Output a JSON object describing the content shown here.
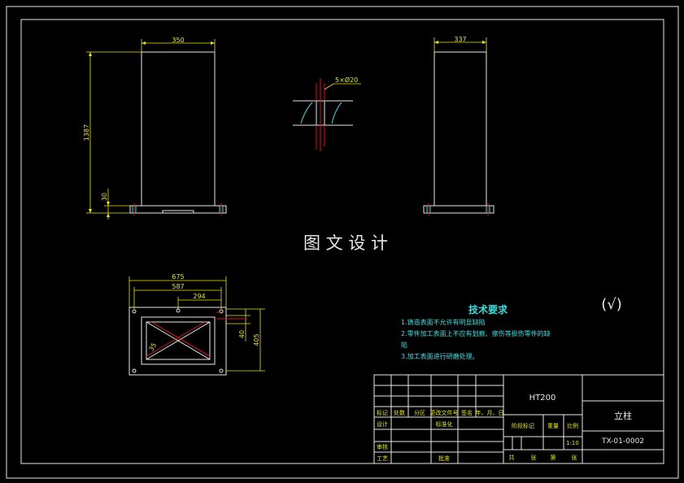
{
  "dims": {
    "front_width": "350",
    "height": "1387",
    "base_height": "30",
    "side_width": "337",
    "hole_spec": "5×Ø20",
    "top_outer": "675",
    "top_inner": "587",
    "top_offset": "294",
    "right_small": "40",
    "right_total": "405",
    "diag": "35"
  },
  "watermark": "图 文 设 计",
  "tech": {
    "title": "技术要求",
    "lines": [
      "1.铸造表面不允许有明显缺陷",
      "2.零件加工表面上不应有划痕、擦伤等损伤零件的缺",
      "陷",
      "3.加工表面进行研磨处理。"
    ]
  },
  "roughness": "(√)",
  "title_block": {
    "material": "HT200",
    "part_name": "立柱",
    "drawing_no": "TX-01-0002",
    "scale": "1:10",
    "row_labels": [
      "标记",
      "处数",
      "分区",
      "更改文件号",
      "签名",
      "年、月、日"
    ],
    "design": "设计",
    "standardize": "标准化",
    "stage_mark": "阶段标记",
    "weight": "重量",
    "scale_label": "比例",
    "review": "审核",
    "process": "工艺",
    "approve": "批准",
    "sheet_total": "共",
    "sheet_unit": "张",
    "sheet_no": "第",
    "sheet_unit2": "张"
  }
}
